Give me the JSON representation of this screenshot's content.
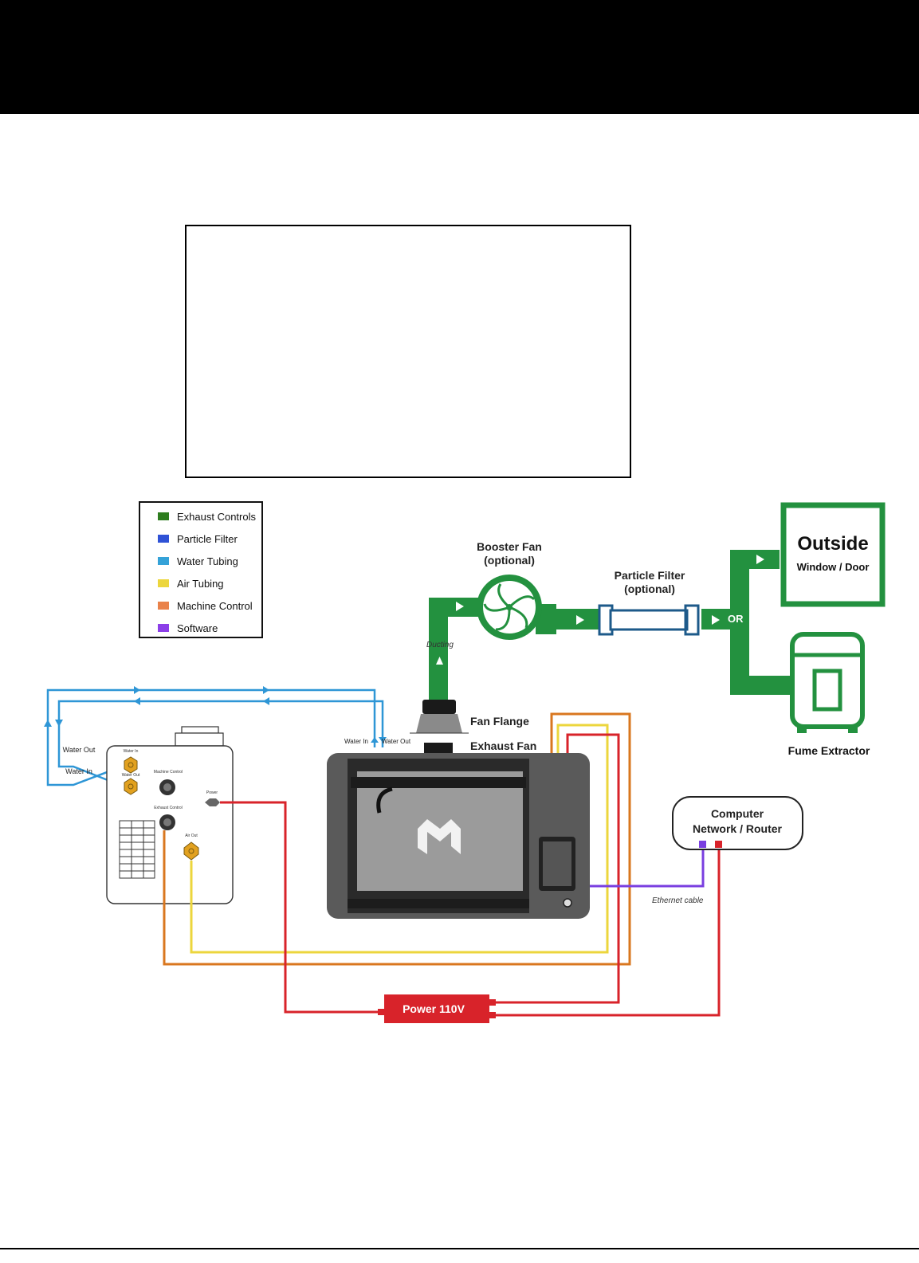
{
  "legend": {
    "items": [
      {
        "label": "Exhaust Controls",
        "color": "#2e7d1f"
      },
      {
        "label": "Particle Filter",
        "color": "#2f52d6"
      },
      {
        "label": "Water Tubing",
        "color": "#35a2d8"
      },
      {
        "label": "Air Tubing",
        "color": "#ecd63d"
      },
      {
        "label": "Machine Control",
        "color": "#e9824a"
      },
      {
        "label": "Software",
        "color": "#8c3fe8"
      }
    ]
  },
  "diagram": {
    "booster_fan": "Booster Fan",
    "booster_optional": "(optional)",
    "particle_filter": "Particle Filter",
    "particle_optional": "(optional)",
    "ducting": "Ducting",
    "or_label": "OR",
    "outside": "Outside",
    "window_door": "Window / Door",
    "fume_extractor": "Fume Extractor",
    "fan_flange": "Fan Flange",
    "exhaust_fan": "Exhaust Fan",
    "water_out_left": "Water Out",
    "water_in_left": "Water In",
    "water_in_machine": "Water In",
    "water_out_machine": "Water Out",
    "port_water_in": "Water In",
    "port_water_out": "Water Out",
    "port_machine_control": "Machine Control",
    "port_exhaust_control": "Exhaust Control",
    "port_power": "Power",
    "port_air_out": "Air Out",
    "computer_line1": "Computer",
    "computer_line2": "Network / Router",
    "ethernet": "Ethernet cable",
    "power": "Power 110V"
  },
  "colors": {
    "duct_green": "#23913f",
    "water_blue": "#2e96d6",
    "air_yellow": "#ecd63d",
    "control_orange": "#d9771f",
    "power_red": "#d8232a",
    "software_purple": "#7a3fe0",
    "filter_blue": "#1d5a8a"
  }
}
